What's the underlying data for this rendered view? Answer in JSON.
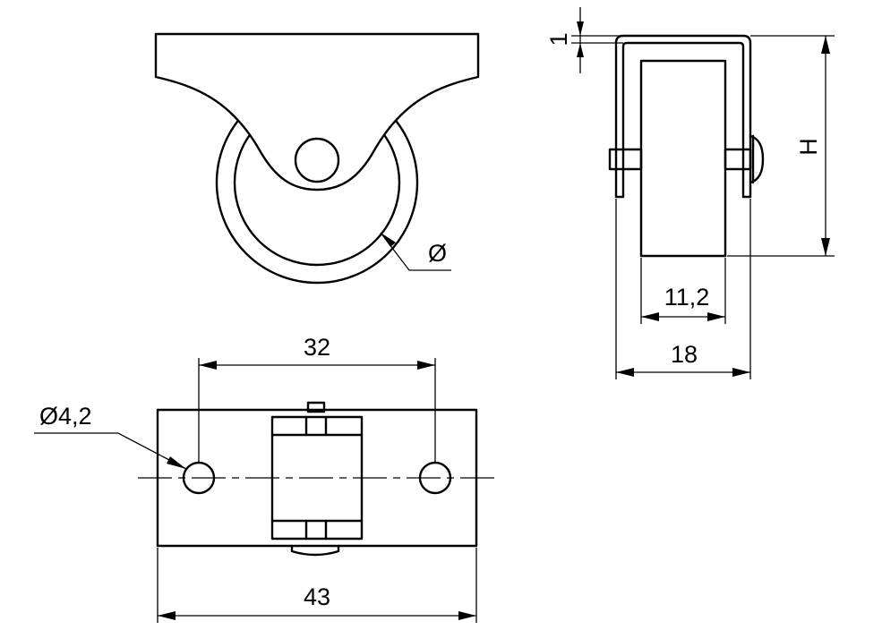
{
  "diagram": {
    "labels": {
      "wheel_diameter": "Ø",
      "hole_diameter": "Ø4,2",
      "hole_spacing": "32",
      "plate_length": "43",
      "wheel_width": "11,2",
      "overall_width": "18",
      "height": "H",
      "plate_thickness": "1"
    }
  }
}
